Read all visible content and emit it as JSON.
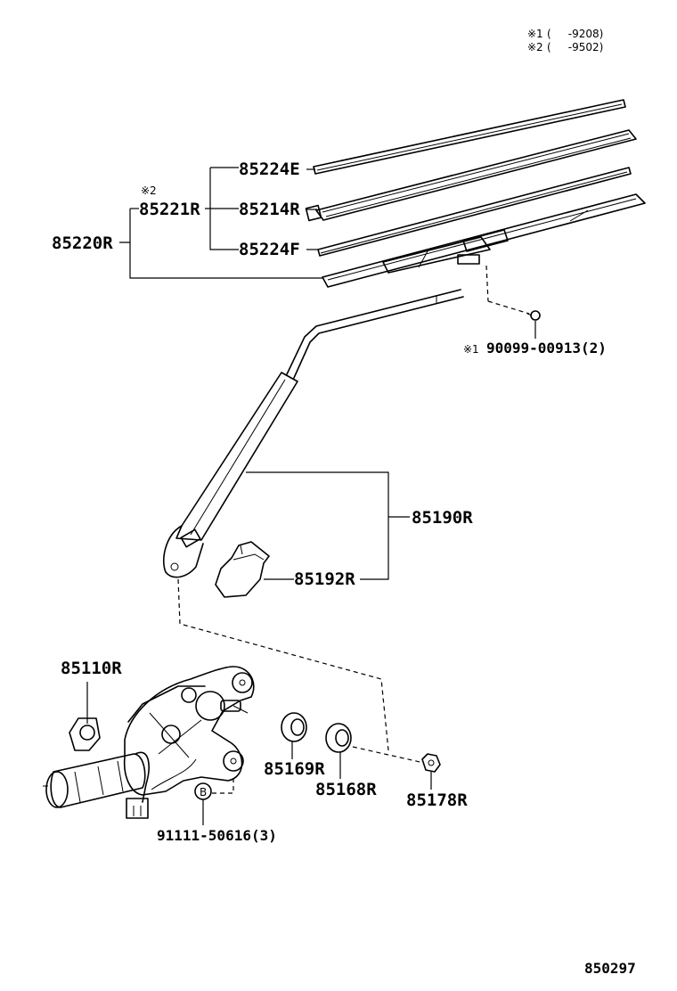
{
  "notes": {
    "note1_mark": "※1",
    "note1_range": "(     -9208)",
    "note2_mark": "※2",
    "note2_range": "(     -9502)"
  },
  "labels": {
    "blade_insert_upper": "85224E",
    "blade_rubber": "85214R",
    "blade_insert_lower": "85224F",
    "blade_assy_mark": "※2",
    "blade_assy": "85221R",
    "blade_complete": "85220R",
    "screw_mark": "※1",
    "screw": "90099-00913(2)",
    "arm": "85190R",
    "arm_cover": "85192R",
    "motor": "85110R",
    "cushion": "85169R",
    "grommet": "85168R",
    "nut": "85178R",
    "bolt_letter": "B",
    "bolt": "91111-50616(3)"
  },
  "diagram_id": "850297"
}
